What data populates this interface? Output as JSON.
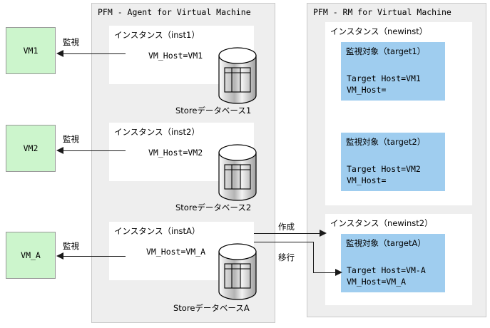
{
  "diagram": {
    "panels": [
      {
        "id": "agent",
        "title": "PFM - Agent for Virtual Machine"
      },
      {
        "id": "rm",
        "title": "PFM - RM for Virtual Machine"
      }
    ],
    "vms": [
      {
        "label": "VM1"
      },
      {
        "label": "VM2"
      },
      {
        "label": "VM_A"
      }
    ],
    "monitor_labels": [
      {
        "label": "監視"
      },
      {
        "label": "監視"
      },
      {
        "label": "監視"
      }
    ],
    "agent_instances": [
      {
        "title": "インスタンス（inst1）",
        "property": "VM_Host=VM1",
        "store_caption": "Storeデータベース1"
      },
      {
        "title": "インスタンス（inst2）",
        "property": "VM_Host=VM2",
        "store_caption": "Storeデータベース2"
      },
      {
        "title": "インスタンス（instA）",
        "property": "VM_Host=VM_A",
        "store_caption": "StoreデータベースA"
      }
    ],
    "rm_instances": [
      {
        "title": "インスタンス（newinst）",
        "targets": [
          {
            "title": "監視対象（target1）",
            "line1": "Target Host=VM1",
            "line2": "VM_Host="
          },
          {
            "title": "監視対象（target2）",
            "line1": "Target Host=VM2",
            "line2": "VM_Host="
          }
        ]
      },
      {
        "title": "インスタンス（newinst2）",
        "targets": [
          {
            "title": "監視対象（targetA）",
            "line1": "Target Host=VM-A",
            "line2": "VM_Host=VM_A"
          }
        ]
      }
    ],
    "transfer_labels": [
      {
        "label": "作成"
      },
      {
        "label": "移行"
      }
    ],
    "colors": {
      "vm_fill": "#ccf5cc",
      "target_fill": "#9fcdef",
      "panel_fill": "#eeeeee",
      "instance_fill": "#ffffff",
      "arrow": "#1a1a1a"
    }
  }
}
